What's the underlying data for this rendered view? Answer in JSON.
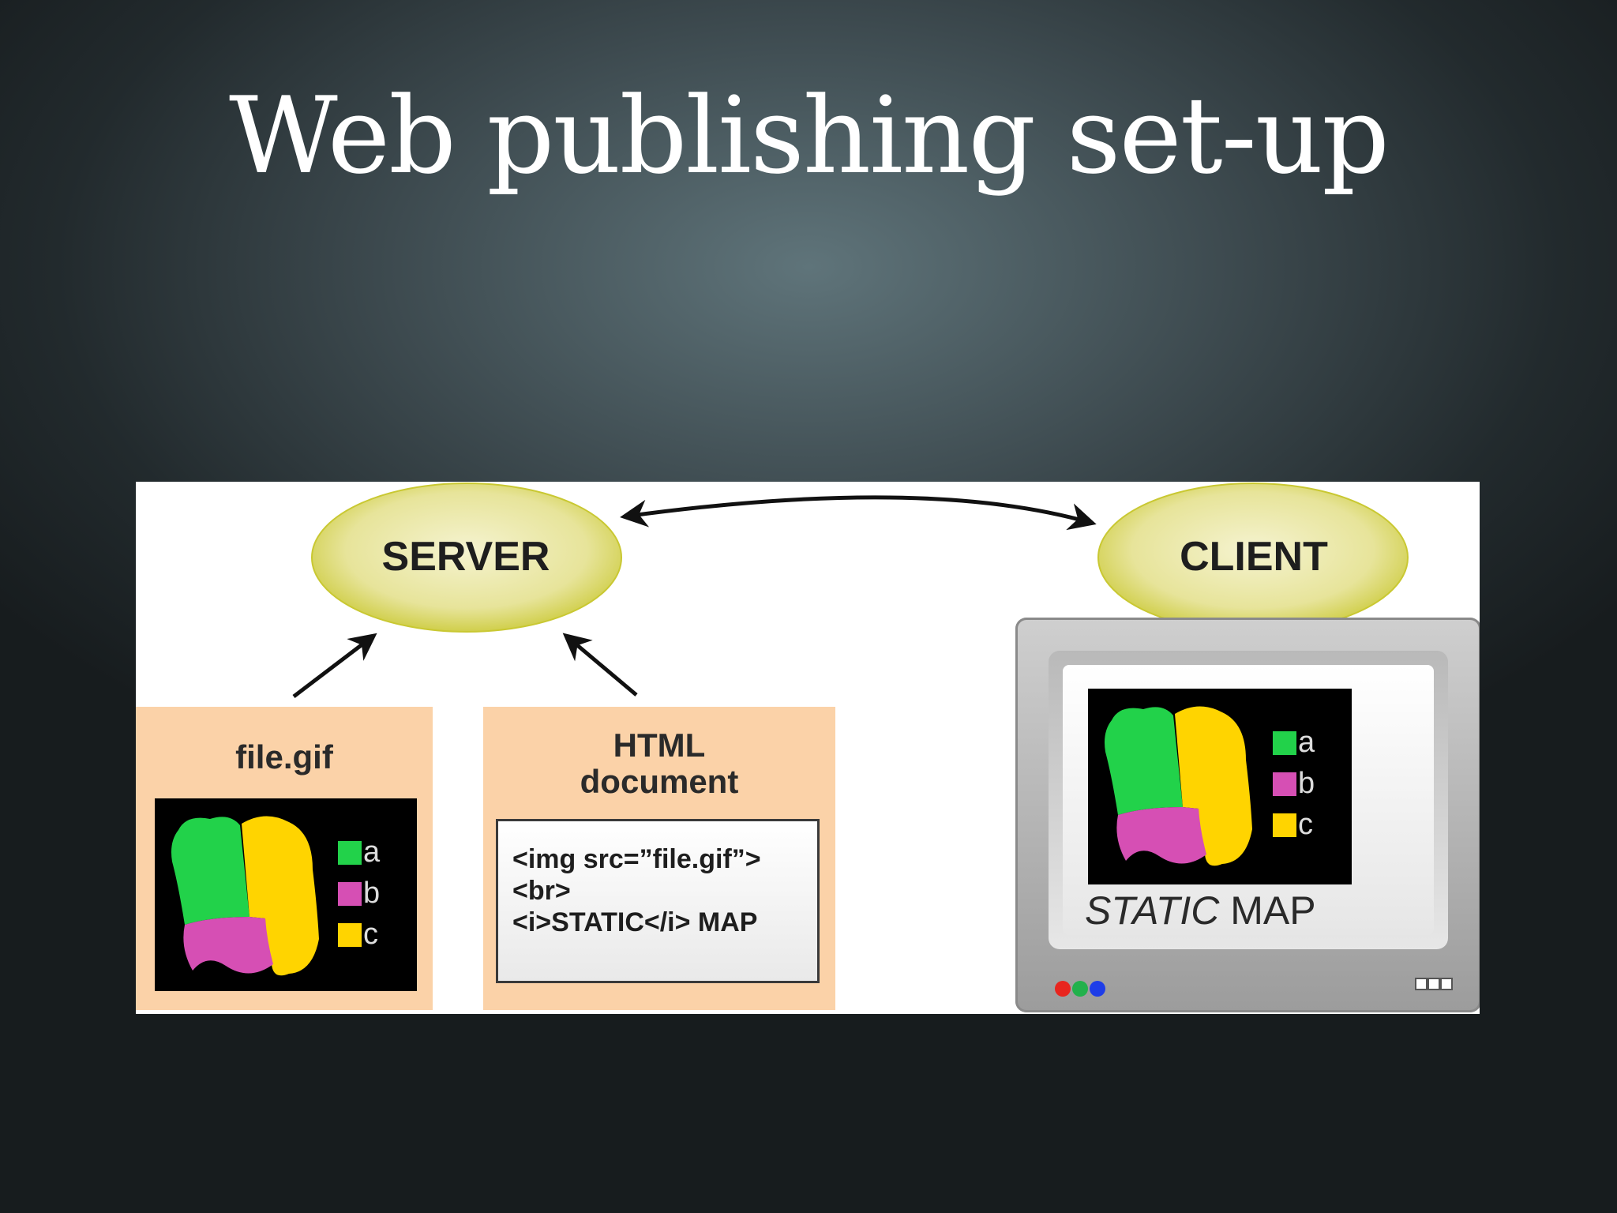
{
  "slide": {
    "title": "Web publishing set-up"
  },
  "diagram": {
    "server_label": "SERVER",
    "client_label": "CLIENT",
    "file_box": {
      "title": "file.gif"
    },
    "html_box": {
      "title_line1": "HTML",
      "title_line2": "document",
      "code_lines": [
        "<img src=”file.gif”>",
        "<br>",
        "<i>STATIC</i> MAP"
      ]
    },
    "map_legend": [
      "a",
      "b",
      "c"
    ],
    "client_caption_italic": "STATIC",
    "client_caption_rest": " MAP",
    "colors": {
      "ellipse_fill": "#e7e49a",
      "ellipse_edge": "#c9c832",
      "box_fill": "#fbd2a8",
      "region_green": "#22d24a",
      "region_yellow": "#ffd400",
      "region_magenta": "#d64fb4",
      "led_red": "#e8251e",
      "led_green": "#22b14c",
      "led_blue": "#1e3de8"
    }
  }
}
